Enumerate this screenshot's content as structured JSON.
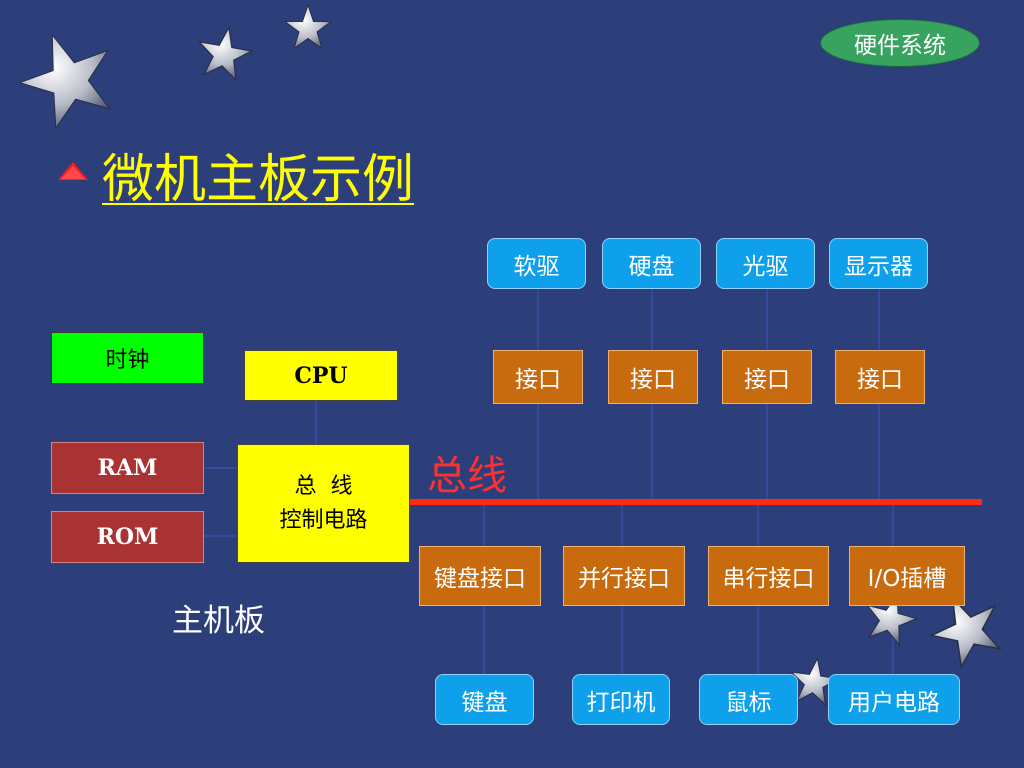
{
  "badge": "硬件系统",
  "title": "微机主板示例",
  "bus_label": "总线",
  "mainboard_label": "主机板",
  "left_components": {
    "clock": "时钟",
    "ram": "RAM",
    "rom": "ROM",
    "cpu": "CPU",
    "bus_controller_line1": "总  线",
    "bus_controller_line2": "控制电路"
  },
  "top_devices": [
    "软驱",
    "硬盘",
    "光驱",
    "显示器"
  ],
  "top_interfaces": [
    "接口",
    "接口",
    "接口",
    "接口"
  ],
  "bottom_interfaces": [
    "键盘接口",
    "并行接口",
    "串行接口",
    "I/O插槽"
  ],
  "bottom_devices": [
    "键盘",
    "打印机",
    "鼠标",
    "用户电路"
  ],
  "colors": {
    "background": "#2c3f7b",
    "bus": "#ff2a12",
    "device": "#0fa0ec",
    "interface": "#c86a0e",
    "memory": "#a93232",
    "clock": "#00ff00",
    "controller": "#ffff00",
    "title": "#ffff00",
    "badge": "#37a35f"
  },
  "icons": [
    "star-icon",
    "triangle-bullet-icon"
  ]
}
